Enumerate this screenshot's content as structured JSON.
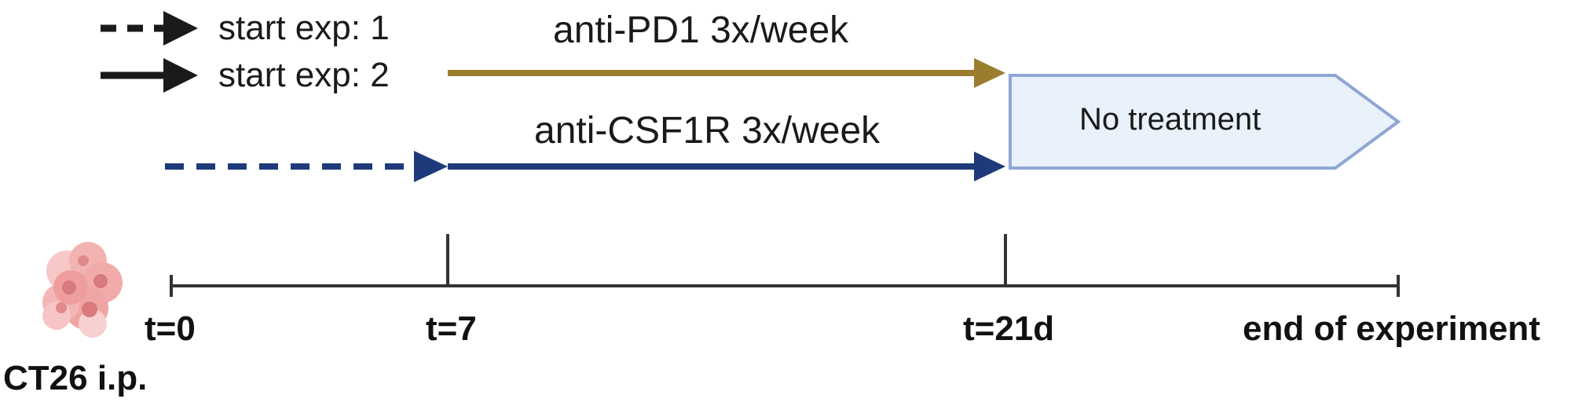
{
  "legend": {
    "dashed_label": "start exp: 1",
    "solid_label": "start exp: 2"
  },
  "treatments": {
    "pd1_label": "anti-PD1 3x/week",
    "csf1r_label": "anti-CSF1R 3x/week",
    "no_treatment_label": "No treatment"
  },
  "timeline": {
    "t0": "t=0",
    "t7": "t=7",
    "t21": "t=21d",
    "end": "end of experiment",
    "injection": "CT26 i.p."
  },
  "icons": {
    "tumor_cells": "tumor-cells-icon"
  },
  "colors": {
    "pd1_arrow": "#9a7d2e",
    "csf1r_arrow": "#1f3a7a",
    "legend_arrow": "#1a1a1a",
    "box_fill": "#e9f1fa",
    "box_stroke": "#8fa6d4",
    "axis": "#333333",
    "cell_fill": "#f0a5a5",
    "cell_nucleus": "#d97a7e"
  }
}
